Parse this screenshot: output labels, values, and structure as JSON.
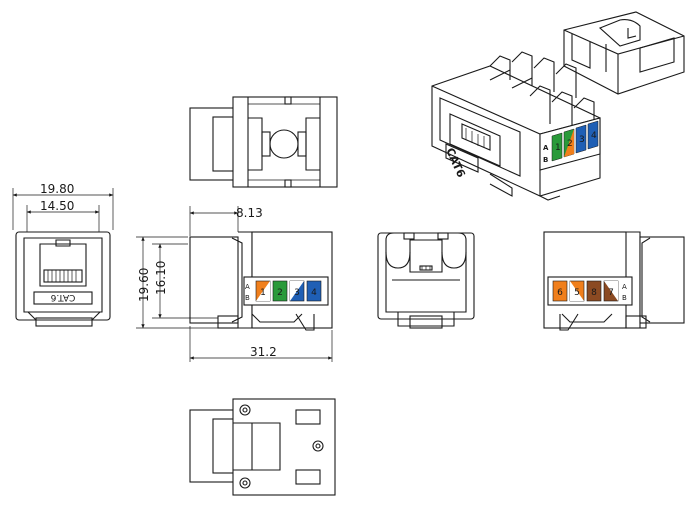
{
  "dimensions": {
    "front_width": "19.80",
    "front_inner_width": "14.50",
    "side_offset": "8.13",
    "side_height_total": "19.60",
    "side_height_inner": "16.10",
    "side_length": "31.2"
  },
  "labels": {
    "cat_front": "CAT.6",
    "cat_iso": "CAT6",
    "row_a": "A",
    "row_b": "B"
  },
  "pins_left": [
    "1",
    "2",
    "3",
    "4"
  ],
  "pins_right": [
    "6",
    "5",
    "8",
    "7"
  ],
  "pins_iso": [
    "1",
    "2",
    "3",
    "4"
  ],
  "colors": {
    "line": "#1a1a1a",
    "wire_orange": "#f07f1c",
    "wire_green": "#2a9a3a",
    "wire_blue": "#1f5fb5",
    "wire_brown": "#8b4a22"
  }
}
